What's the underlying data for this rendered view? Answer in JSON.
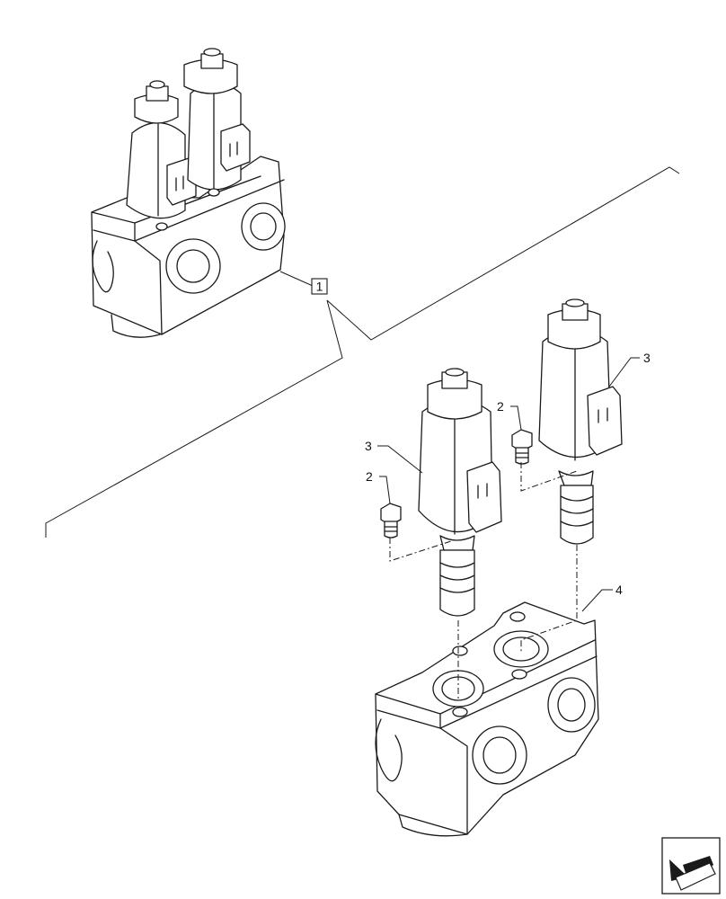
{
  "callouts": {
    "assembly": "1",
    "bolt_upper": "2",
    "bolt_lower": "2",
    "solenoid_right": "3",
    "solenoid_left": "3",
    "valve_body": "4"
  },
  "icons": {
    "navigation": "arrow-icon"
  }
}
